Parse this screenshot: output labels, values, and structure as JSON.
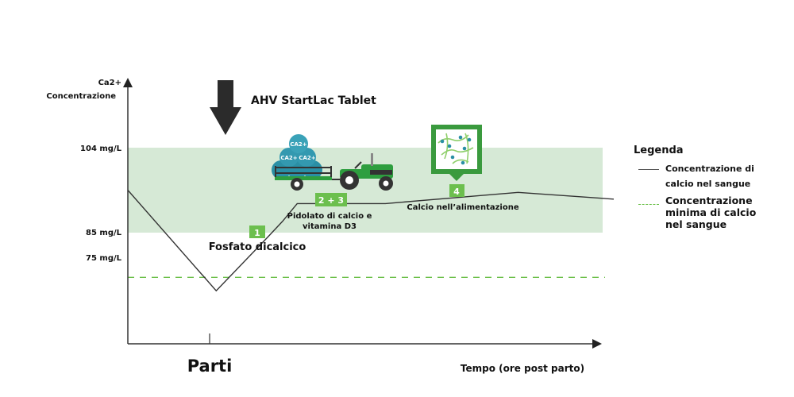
{
  "chart_data": {
    "type": "line",
    "title": "",
    "ylabel_line1": "Ca2+",
    "ylabel_line2": "Concentrazione",
    "xlabel": "Tempo (ore post parto)",
    "x_tick_label": "Parti",
    "y_ticks": [
      {
        "label": "104 mg/L",
        "value": 104
      },
      {
        "label": "85 mg/L",
        "value": 85
      },
      {
        "label": "75 mg/L",
        "value": 75
      }
    ],
    "normal_band": {
      "low": 85,
      "high": 104,
      "color": "#d6e9d6"
    },
    "threshold": {
      "value": 75,
      "color": "#6cc04a",
      "style": "dashed"
    },
    "series": [
      {
        "name": "Concentrazione di calcio nel sangue",
        "color": "#333333",
        "points": [
          {
            "x": 0,
            "y": 94.5
          },
          {
            "x": 1.2,
            "y": 72
          },
          {
            "x": 1.9,
            "y": 84
          },
          {
            "x": 2.1,
            "y": 87.5
          },
          {
            "x": 2.3,
            "y": 91.5
          },
          {
            "x": 3.5,
            "y": 91.5
          },
          {
            "x": 5.3,
            "y": 94
          },
          {
            "x": 6.6,
            "y": 92.5
          }
        ]
      }
    ],
    "x_range": [
      0,
      6.6
    ],
    "y_range": [
      60,
      114
    ]
  },
  "annotations": {
    "arrow_label": "AHV StartLac Tablet",
    "step1_badge": "1",
    "step1_label": "Fosfato dicalcico",
    "step23_badge": "2 + 3",
    "step23_label_line1": "Pidolato di calcio e",
    "step23_label_line2": "vitamina D3",
    "step4_badge": "4",
    "step4_label": "Calcio nell’alimentazione",
    "ball_text": "CA2+"
  },
  "legend": {
    "title": "Legenda",
    "items": [
      {
        "line1": "Concentrazione di",
        "line2": "calcio nel sangue",
        "style": "solid"
      },
      {
        "line1": "Concentrazione",
        "line2": "minima di calcio",
        "line3": "nel sangue",
        "style": "dashed"
      }
    ]
  },
  "colors": {
    "badge_green": "#6cbf4e",
    "icon_green": "#3a9a3e",
    "tractor_green": "#2e9e3f",
    "ball_teal": "#2a8fa5",
    "axis": "#333333"
  }
}
